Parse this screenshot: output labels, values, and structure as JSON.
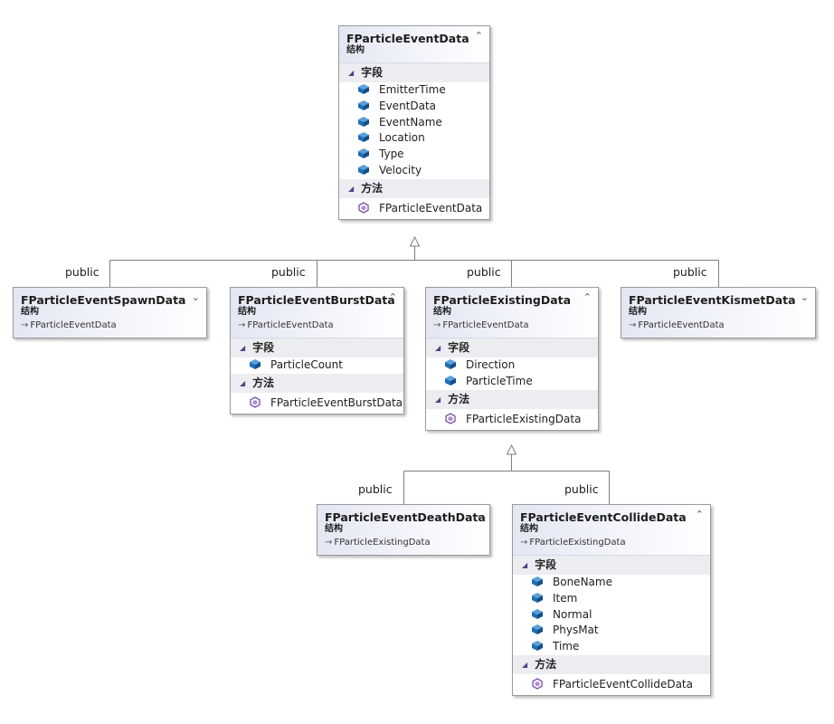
{
  "labels": {
    "stereotype": "结构",
    "fields_section": "字段",
    "methods_section": "方法",
    "relation": "public",
    "toggle_expanded": "⌃",
    "toggle_collapsed": "⌄"
  },
  "classes": {
    "event_data": {
      "name": "FParticleEventData",
      "fields": [
        "EmitterTime",
        "EventData",
        "EventName",
        "Location",
        "Type",
        "Velocity"
      ],
      "methods": [
        "FParticleEventData"
      ]
    },
    "spawn_data": {
      "name": "FParticleEventSpawnData",
      "base": "FParticleEventData"
    },
    "burst_data": {
      "name": "FParticleEventBurstData",
      "base": "FParticleEventData",
      "fields": [
        "ParticleCount"
      ],
      "methods": [
        "FParticleEventBurstData"
      ]
    },
    "existing_data": {
      "name": "FParticleExistingData",
      "base": "FParticleEventData",
      "fields": [
        "Direction",
        "ParticleTime"
      ],
      "methods": [
        "FParticleExistingData"
      ]
    },
    "kismet_data": {
      "name": "FParticleEventKismetData",
      "base": "FParticleEventData"
    },
    "death_data": {
      "name": "FParticleEventDeathData",
      "base": "FParticleExistingData"
    },
    "collide_data": {
      "name": "FParticleEventCollideData",
      "base": "FParticleExistingData",
      "fields": [
        "BoneName",
        "Item",
        "Normal",
        "PhysMat",
        "Time"
      ],
      "methods": [
        "FParticleEventCollideData"
      ]
    }
  },
  "colors": {
    "field_icon": "#1f6fb5",
    "method_icon": "#7a4fa8",
    "connector": "#7f7f7f"
  }
}
